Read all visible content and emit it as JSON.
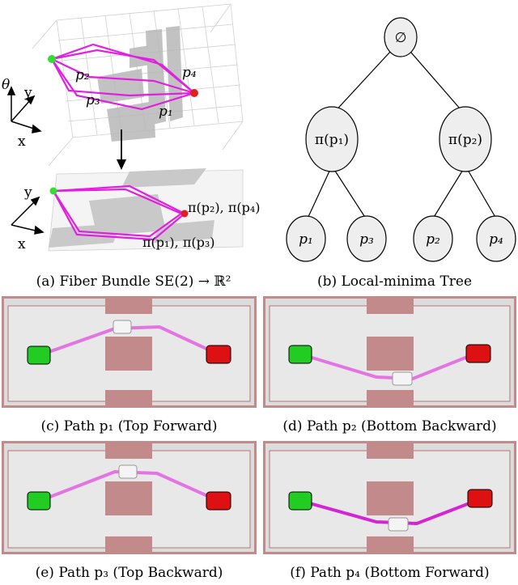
{
  "fiber_bundle": {
    "axis_theta": "θ",
    "axis_y": "y",
    "axis_x": "x",
    "path_labels": {
      "p1": "p₁",
      "p2": "p₂",
      "p3": "p₃",
      "p4": "p₄"
    },
    "projection_labels": {
      "top": "π(p₂), π(p₄)",
      "bottom": "π(p₁), π(p₃)"
    },
    "caption": "(a) Fiber Bundle SE(2) → ℝ²"
  },
  "tree": {
    "root": "∅",
    "level1": [
      "π(p₁)",
      "π(p₂)"
    ],
    "leaves": [
      "p₁",
      "p₃",
      "p₂",
      "p₄"
    ],
    "caption": "(b) Local-minima Tree"
  },
  "scenes": [
    {
      "caption": "(c) Path p₁ (Top Forward)"
    },
    {
      "caption": "(d) Path p₂ (Bottom Backward)"
    },
    {
      "caption": "(e) Path p₃ (Top Backward)"
    },
    {
      "caption": "(f) Path p₄ (Bottom Forward)"
    }
  ],
  "colors": {
    "path_magenta": "#e020e0",
    "start_green": "#33dd33",
    "goal_red": "#e02020",
    "obstacle_pink": "#c28a8a",
    "node_fill": "#eeeeee"
  }
}
